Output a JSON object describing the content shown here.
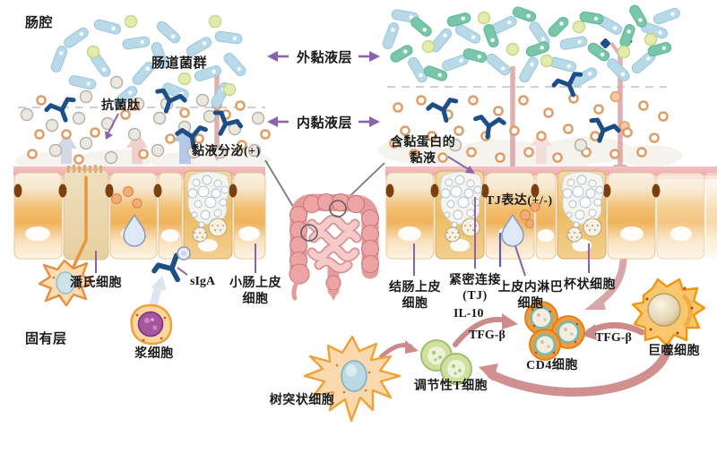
{
  "figure": {
    "description": "Intestinal mucosal barrier and immune cell diagram",
    "labels": {
      "lumen": "肠腔",
      "gut_flora": "肠道菌群",
      "outer_mucus_layer": "外黏液层",
      "inner_mucus_layer": "内黏液层",
      "antimicrobial_peptide": "抗菌肽",
      "mucus_secretion": "黏液分泌(+)",
      "mucin_mucus_line1": "含黏蛋白的",
      "mucin_mucus_line2": "黏液",
      "tj_expression": "TJ表达(+/-)",
      "paneth_cell": "潘氏细胞",
      "siga": "sIgA",
      "small_intestine_epithelium_line1": "小肠上皮",
      "small_intestine_epithelium_line2": "细胞",
      "colon_epithelium_line1": "结肠上皮",
      "colon_epithelium_line2": "细胞",
      "tight_junction_line1": "紧密连接",
      "tight_junction_line2": "(TJ)",
      "iel_line1": "上皮内淋巴",
      "iel_line2": "细胞",
      "goblet_cell": "杯状细胞",
      "lamina_propria": "固有层",
      "plasma_cell": "浆细胞",
      "il10": "IL-10",
      "tfg_beta_left": "TFG-β",
      "tfg_beta_right": "TFG-β",
      "cd4_cell": "CD4细胞",
      "macrophage": "巨噬细胞",
      "treg_cell": "调节性T细胞",
      "dendritic_cell": "树突状细胞"
    },
    "colors": {
      "text": "#1b1b1b",
      "purple_accent": "#8a63ad",
      "antibody_navy": "#1c4e88",
      "pink_arrow": "#cc8b8b",
      "pink_down_arrow": "#dca4a4",
      "bacteria_blue": "#b7d9e8",
      "bacteria_teal": "#79c7aa",
      "bacteria_yellow": "#e3ecad",
      "mucin_orange": "#e09a62",
      "band_pink": "#f2b9bd",
      "epithelium_amber": "#f0b35c",
      "junction_brown": "#7b3f10",
      "treg_green": "#cfe0a0",
      "cd4_orange": "#f39b3c",
      "cell_outline_orange": "#f0a035",
      "nucleus_teal": "#bcd8e0",
      "plasma_purple": "#a855a0",
      "colon_pink": "#e49c9c"
    }
  }
}
